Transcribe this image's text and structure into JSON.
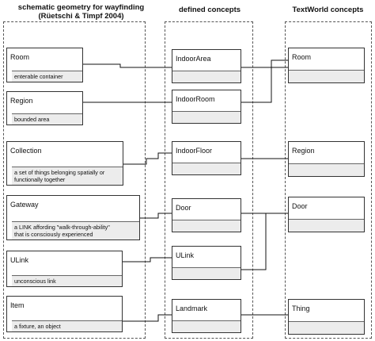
{
  "headers": {
    "schematic_line1": "schematic geometry for wayfinding",
    "schematic_line2": "(Rüetschi & Timpf 2004)",
    "defined": "defined concepts",
    "textworld": "TextWorld concepts"
  },
  "schematic": [
    {
      "name": "Room",
      "desc": "enterable container"
    },
    {
      "name": "Region",
      "desc": "bounded area"
    },
    {
      "name": "Collection",
      "desc_line1": "a set of things belonging spatially or",
      "desc_line2": "functionally together"
    },
    {
      "name": "Gateway",
      "desc_line1": "a LINK affording \"walk-through-ability\"",
      "desc_line2": "that is consciously experienced"
    },
    {
      "name": "ULink",
      "desc": "unconscious link"
    },
    {
      "name": "Item",
      "desc": "a fixture, an object"
    }
  ],
  "defined": [
    {
      "name": "IndoorArea"
    },
    {
      "name": "IndoorRoom"
    },
    {
      "name": "IndoorFloor"
    },
    {
      "name": "Door"
    },
    {
      "name": "ULink"
    },
    {
      "name": "Landmark"
    }
  ],
  "textworld": [
    {
      "name": "Room"
    },
    {
      "name": "Region"
    },
    {
      "name": "Door"
    },
    {
      "name": "Thing"
    }
  ]
}
